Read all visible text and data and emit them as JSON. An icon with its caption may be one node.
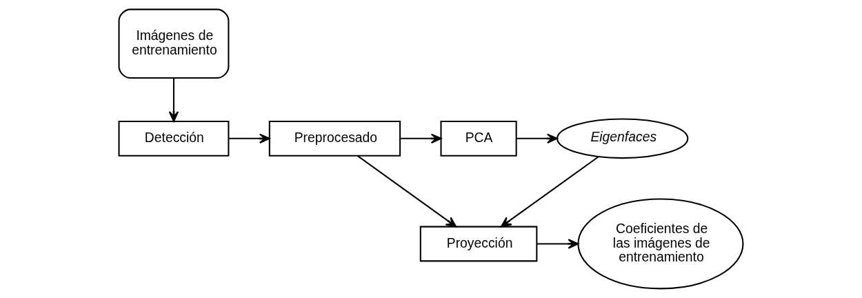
{
  "diagram": {
    "nodes": [
      {
        "text": [
          "Imágenes de entrenamiento"
        ]
      },
      {
        "text": [
          "Detección"
        ]
      },
      {
        "text": [
          "Preprocesado"
        ]
      },
      {
        "text": [
          "PCA"
        ]
      },
      {
        "text": [
          "Eigenfaces"
        ]
      },
      {
        "text": [
          "Proyección"
        ]
      },
      {
        "text": [
          "Coeficientes de las imágenes de entrenamiento"
        ]
      }
    ],
    "edges": [
      {
        "from": 0,
        "to": 1,
        "arrow": "to"
      },
      {
        "from": 1,
        "to": 2,
        "arrow": "to"
      },
      {
        "from": 2,
        "to": 3,
        "arrow": "to"
      },
      {
        "from": 3,
        "to": 4,
        "arrow": "to"
      },
      {
        "from": 4,
        "to": 5,
        "arrow": "to"
      },
      {
        "from": 2,
        "to": 5,
        "arrow": "to"
      },
      {
        "from": 5,
        "to": 6,
        "arrow": "to"
      }
    ]
  }
}
